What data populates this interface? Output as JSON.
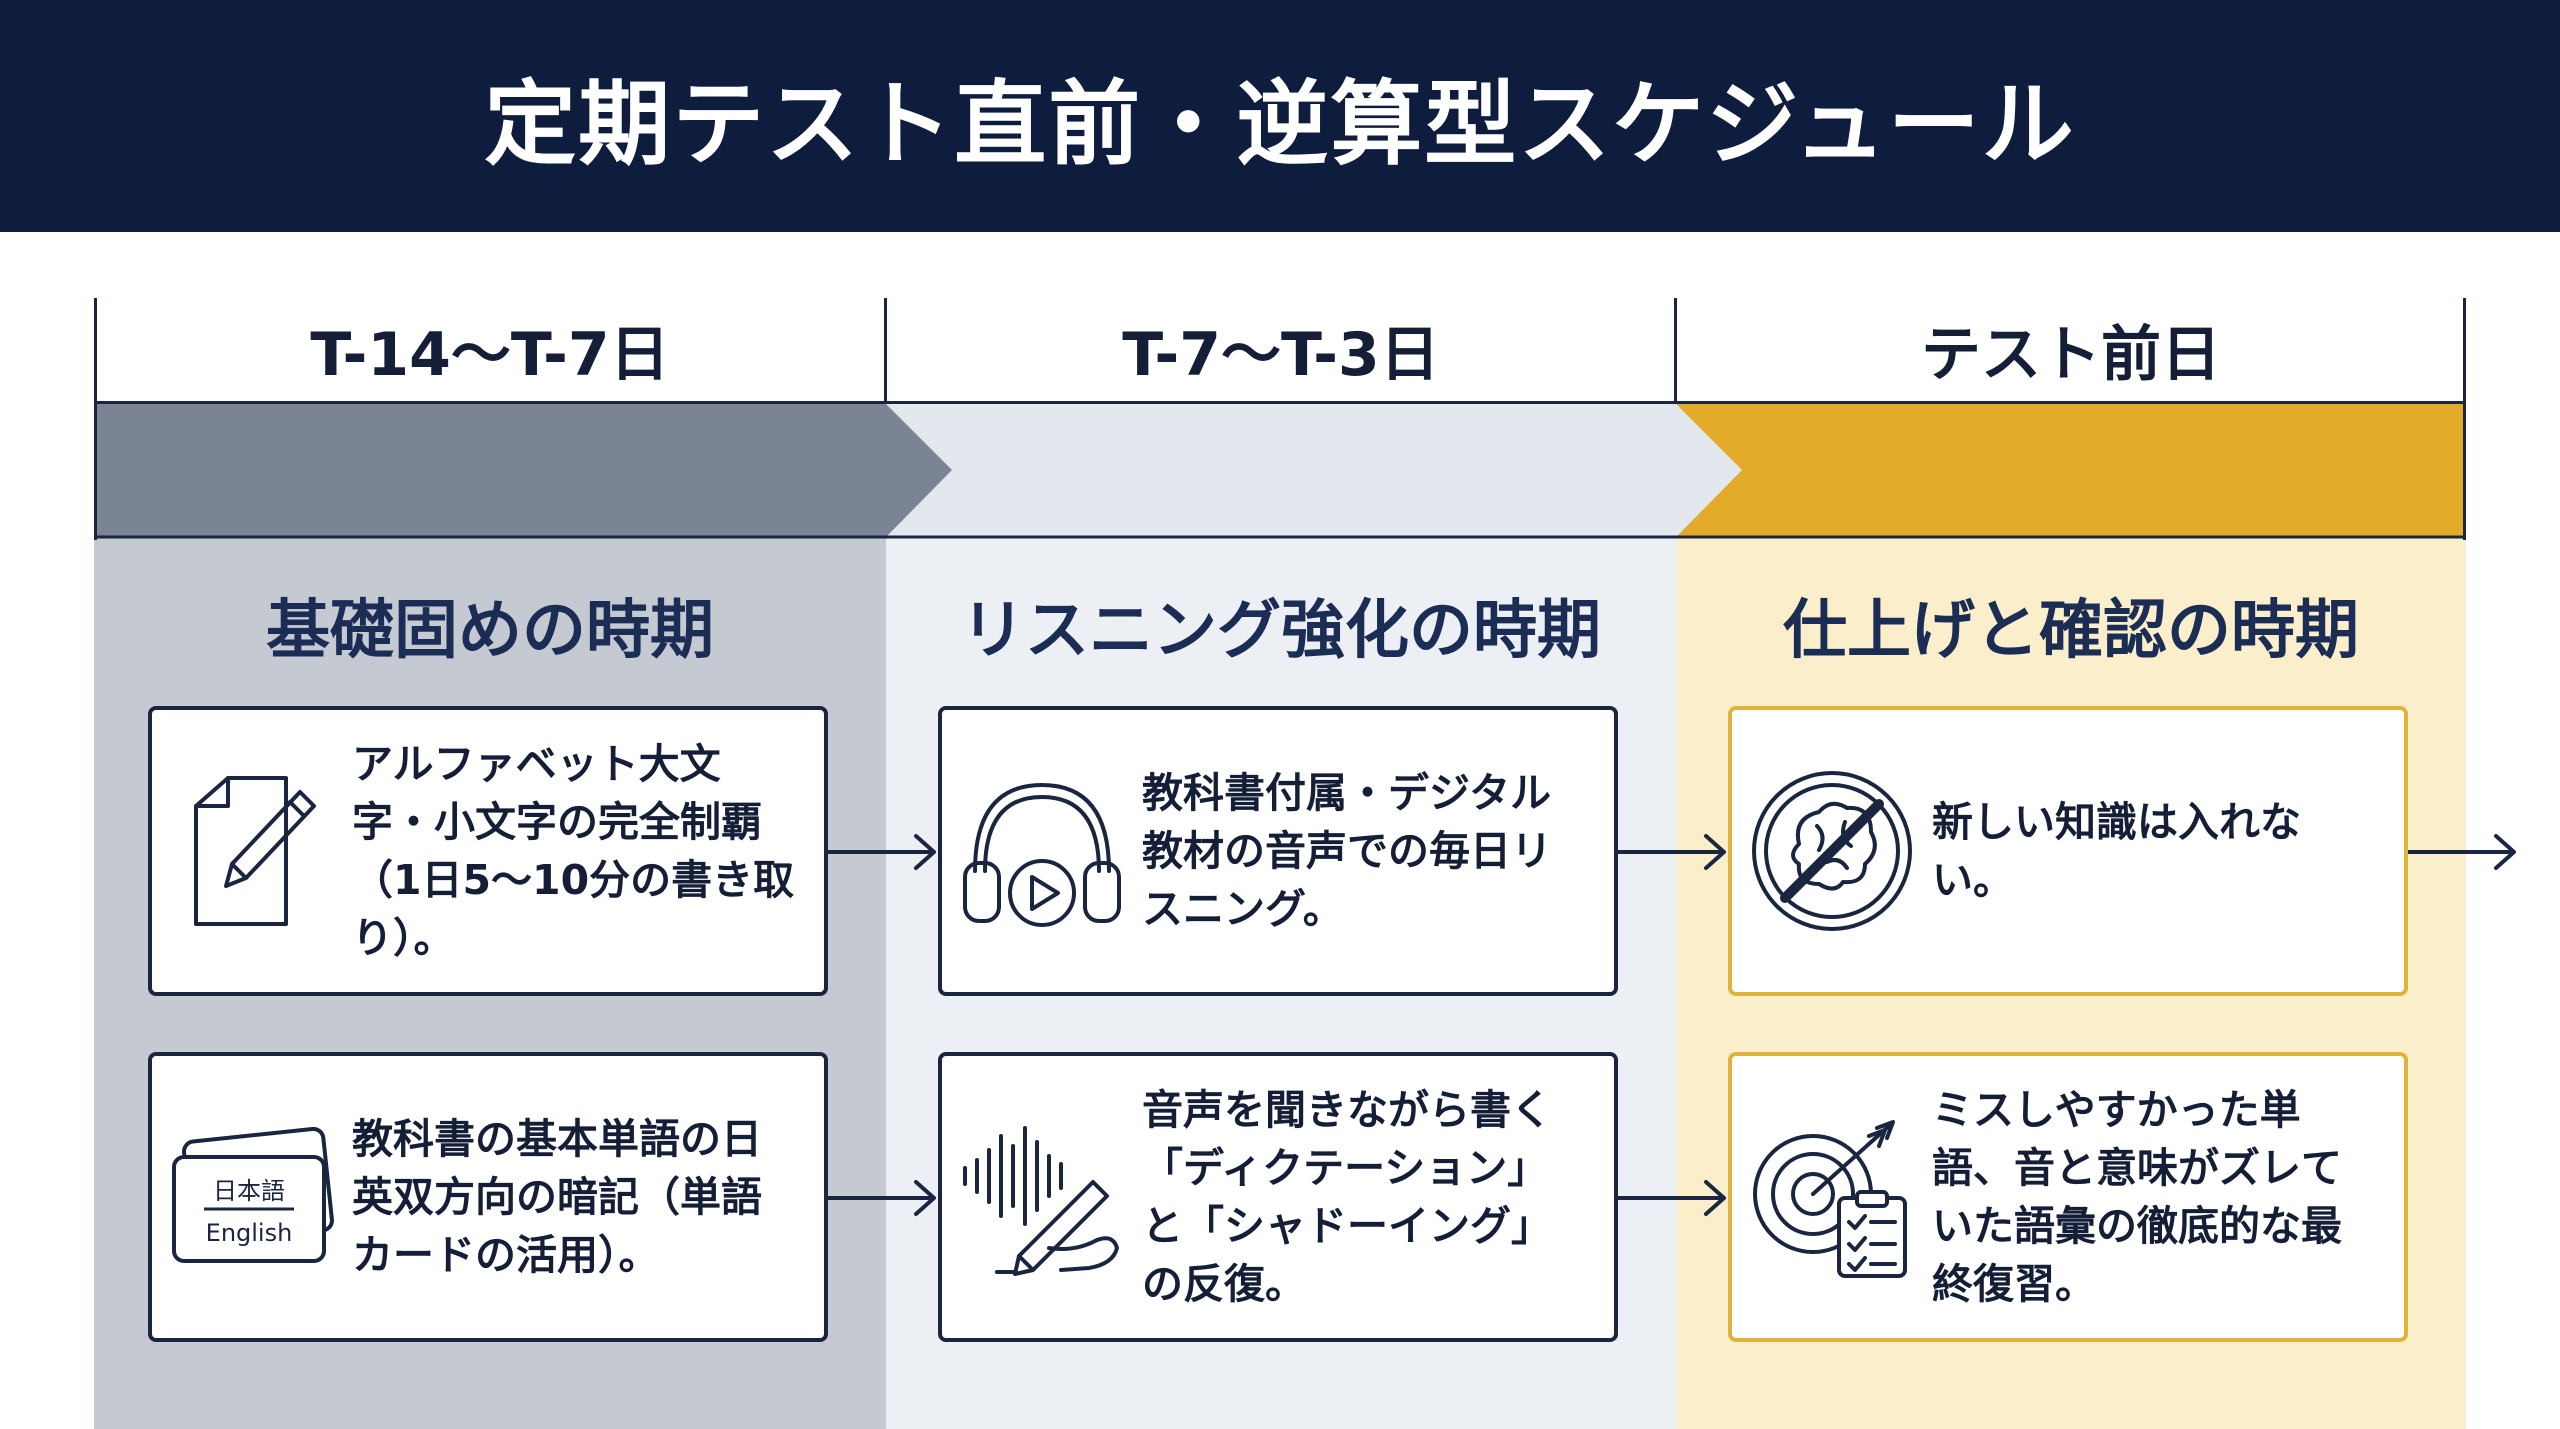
{
  "title": "定期テスト直前・逆算型スケジュール",
  "phases": [
    {
      "period": "T-14〜T-7日",
      "heading": "基礎固めの時期",
      "cards": [
        {
          "icon": "pencil-paper-icon",
          "text": "アルファベット大文字・小文字の完全制覇（1日5〜10分の書き取り）。"
        },
        {
          "icon": "flashcards-icon",
          "text": "教科書の基本単語の日英双方向の暗記（単語カードの活用）。",
          "card_label_top": "日本語",
          "card_label_bottom": "English"
        }
      ]
    },
    {
      "period": "T-7〜T-3日",
      "heading": "リスニング強化の時期",
      "cards": [
        {
          "icon": "headphones-play-icon",
          "text": "教科書付属・デジタル教材の音声での毎日リスニング。"
        },
        {
          "icon": "soundwave-writing-icon",
          "text": "音声を聞きながら書く「ディクテーション」と「シャドーイング」の反復。"
        }
      ]
    },
    {
      "period": "テスト前日",
      "heading": "仕上げと確認の時期",
      "cards": [
        {
          "icon": "no-new-knowledge-icon",
          "text": "新しい知識は入れない。"
        },
        {
          "icon": "target-checklist-icon",
          "text": "ミスしやすかった単語、音と意味がズレていた語彙の徹底的な最終復習。"
        }
      ]
    }
  ],
  "colors": {
    "navy": "#0e1d3d",
    "phase1": "#7b8494",
    "phase2": "#e3e7ee",
    "phase3": "#e2aa29",
    "accent_gold": "#e0b43a"
  }
}
